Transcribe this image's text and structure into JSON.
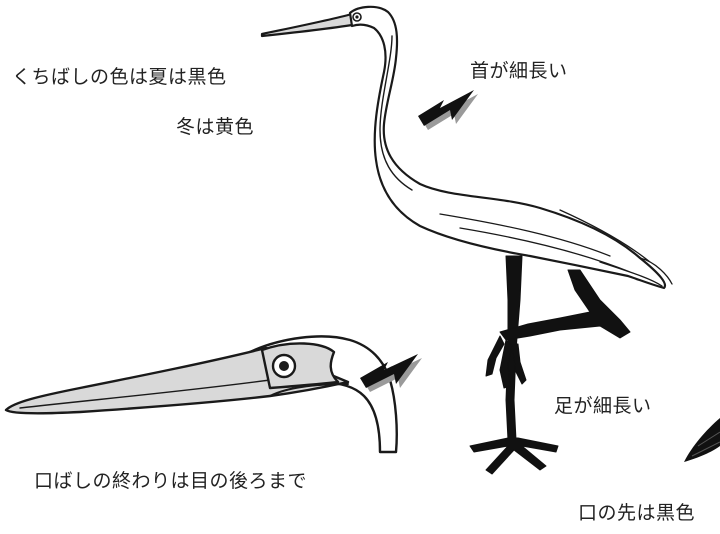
{
  "labels": {
    "beak_color": "くちばしの色は夏は黒色",
    "beak_winter": "冬は黄色",
    "neck": "首が細長い",
    "legs": "足が細長い",
    "mouth_end": "口ばしの終わりは目の後ろまで",
    "mouth_tip": "口の先は黒色"
  },
  "colors": {
    "outline": "#1a1a1a",
    "beak_fill": "#d9d9d9",
    "body_fill": "#ffffff",
    "leg_fill": "#111111",
    "arrow_fill": "#111111",
    "arrow_shadow": "#9a9a9a"
  }
}
